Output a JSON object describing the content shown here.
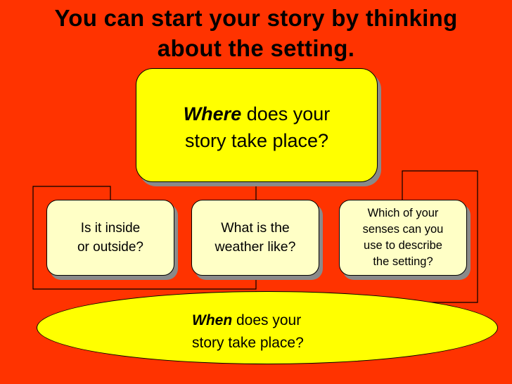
{
  "title": {
    "line1": "You can start your story by thinking",
    "line2": "about the setting."
  },
  "colors": {
    "background": "#ff3300",
    "main_box": "#ffff00",
    "sub_box": "#ffffc6",
    "ellipse": "#ffff00",
    "shadow": "#8a8a8a"
  },
  "main_box": {
    "emphasis": "Where",
    "rest_line1": " does your",
    "line2": "story take place?"
  },
  "sub_boxes": {
    "inside": {
      "line1": "Is it inside",
      "line2": "or outside?"
    },
    "weather": {
      "line1": "What is the",
      "line2": "weather like?"
    },
    "senses": {
      "line1": "Which of your",
      "line2": "senses can you",
      "line3": "use to describe",
      "line4": "the setting?"
    }
  },
  "ellipse": {
    "emphasis": "When",
    "rest_line1": " does your",
    "line2": "story take place?"
  }
}
